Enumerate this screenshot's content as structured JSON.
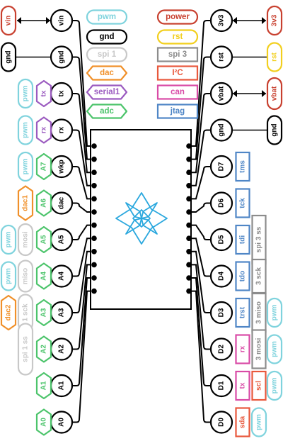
{
  "title": "",
  "colors": {
    "pwm": "#7fd3dd",
    "gnd": "#000000",
    "spi1": "#c8c8c8",
    "spi3": "#8c8c8c",
    "dac": "#f0902a",
    "rst": "#f2cf1e",
    "serial1": "#9b5bc0",
    "i2c": "#e8583c",
    "adc": "#4cc46b",
    "can": "#d94ba6",
    "jtag": "#4f86c6",
    "power": "#c8402f",
    "logo": "#2ba8de",
    "chip": "#000000",
    "pin": "#000000"
  },
  "logo": {
    "icon": "star-logo-icon"
  },
  "legend": [
    {
      "id": "pwm",
      "label": "pwm"
    },
    {
      "id": "power",
      "label": "power"
    },
    {
      "id": "gnd",
      "label": "gnd"
    },
    {
      "id": "rst",
      "label": "rst"
    },
    {
      "id": "spi1",
      "label": "spi 1"
    },
    {
      "id": "spi3",
      "label": "spi 3"
    },
    {
      "id": "dac",
      "label": "dac"
    },
    {
      "id": "i2c",
      "label": "I²C"
    },
    {
      "id": "serial1",
      "label": "serial1"
    },
    {
      "id": "can",
      "label": "can"
    },
    {
      "id": "adc",
      "label": "adc"
    },
    {
      "id": "jtag",
      "label": "jtag"
    }
  ],
  "left_pins": [
    {
      "label": "vin",
      "tags": [
        {
          "text": "vin",
          "color": "power"
        }
      ],
      "arrow": true
    },
    {
      "label": "gnd",
      "tags": [
        {
          "text": "gnd",
          "color": "gnd"
        }
      ]
    },
    {
      "label": "tx",
      "tags": [
        {
          "text": "tx",
          "color": "serial1"
        },
        {
          "text": "pwm",
          "color": "pwm"
        }
      ]
    },
    {
      "label": "rx",
      "tags": [
        {
          "text": "rx",
          "color": "serial1"
        },
        {
          "text": "pwm",
          "color": "pwm"
        }
      ]
    },
    {
      "label": "wkp",
      "tags": [
        {
          "text": "A7",
          "color": "adc"
        },
        {
          "text": "pwm",
          "color": "pwm"
        }
      ]
    },
    {
      "label": "dac",
      "tags": [
        {
          "text": "A6",
          "color": "adc"
        },
        {
          "text": "dac1",
          "color": "dac"
        }
      ]
    },
    {
      "label": "A5",
      "tags": [
        {
          "text": "A5",
          "color": "adc"
        },
        {
          "text": "mosi",
          "color": "spi1"
        },
        {
          "text": "pwm",
          "color": "pwm"
        }
      ]
    },
    {
      "label": "A4",
      "tags": [
        {
          "text": "A4",
          "color": "adc"
        },
        {
          "text": "miso",
          "color": "spi1"
        },
        {
          "text": "pwm",
          "color": "pwm"
        }
      ]
    },
    {
      "label": "A3",
      "tags": [
        {
          "text": "A3",
          "color": "adc"
        },
        {
          "text": "1 sck",
          "color": "spi1"
        },
        {
          "text": "dac2",
          "color": "dac"
        }
      ]
    },
    {
      "label": "A2",
      "tags": [
        {
          "text": "A2",
          "color": "adc"
        },
        {
          "text": "spi 1 ss",
          "color": "spi1"
        }
      ]
    },
    {
      "label": "A1",
      "tags": [
        {
          "text": "A1",
          "color": "adc"
        }
      ]
    },
    {
      "label": "A0",
      "tags": [
        {
          "text": "A0",
          "color": "adc"
        }
      ]
    }
  ],
  "right_pins": [
    {
      "label": "3v3",
      "tags": [
        {
          "text": "3v3",
          "color": "power"
        }
      ],
      "arrow": true
    },
    {
      "label": "rst",
      "tags": [
        {
          "text": "rst",
          "color": "rst"
        }
      ]
    },
    {
      "label": "vbat",
      "tags": [
        {
          "text": "vbat",
          "color": "power"
        }
      ],
      "arrow": true
    },
    {
      "label": "gnd",
      "tags": [
        {
          "text": "gnd",
          "color": "gnd"
        }
      ]
    },
    {
      "label": "D7",
      "tags": [
        {
          "text": "tms",
          "color": "jtag"
        }
      ]
    },
    {
      "label": "D6",
      "tags": [
        {
          "text": "tck",
          "color": "jtag"
        }
      ]
    },
    {
      "label": "D5",
      "tags": [
        {
          "text": "tdi",
          "color": "jtag"
        },
        {
          "text": "spi 3 ss",
          "color": "spi3"
        }
      ]
    },
    {
      "label": "D4",
      "tags": [
        {
          "text": "tdo",
          "color": "jtag"
        },
        {
          "text": "3 sck",
          "color": "spi3"
        }
      ]
    },
    {
      "label": "D3",
      "tags": [
        {
          "text": "trst",
          "color": "jtag"
        },
        {
          "text": "3 miso",
          "color": "spi3"
        },
        {
          "text": "pwm",
          "color": "pwm"
        }
      ]
    },
    {
      "label": "D2",
      "tags": [
        {
          "text": "rx",
          "color": "can"
        },
        {
          "text": "3 mosi",
          "color": "spi3"
        },
        {
          "text": "pwm",
          "color": "pwm"
        }
      ]
    },
    {
      "label": "D1",
      "tags": [
        {
          "text": "tx",
          "color": "can"
        },
        {
          "text": "scl",
          "color": "i2c"
        },
        {
          "text": "pwm",
          "color": "pwm"
        }
      ]
    },
    {
      "label": "D0",
      "tags": [
        {
          "text": "sda",
          "color": "i2c"
        },
        {
          "text": "pwm",
          "color": "pwm"
        }
      ]
    }
  ]
}
